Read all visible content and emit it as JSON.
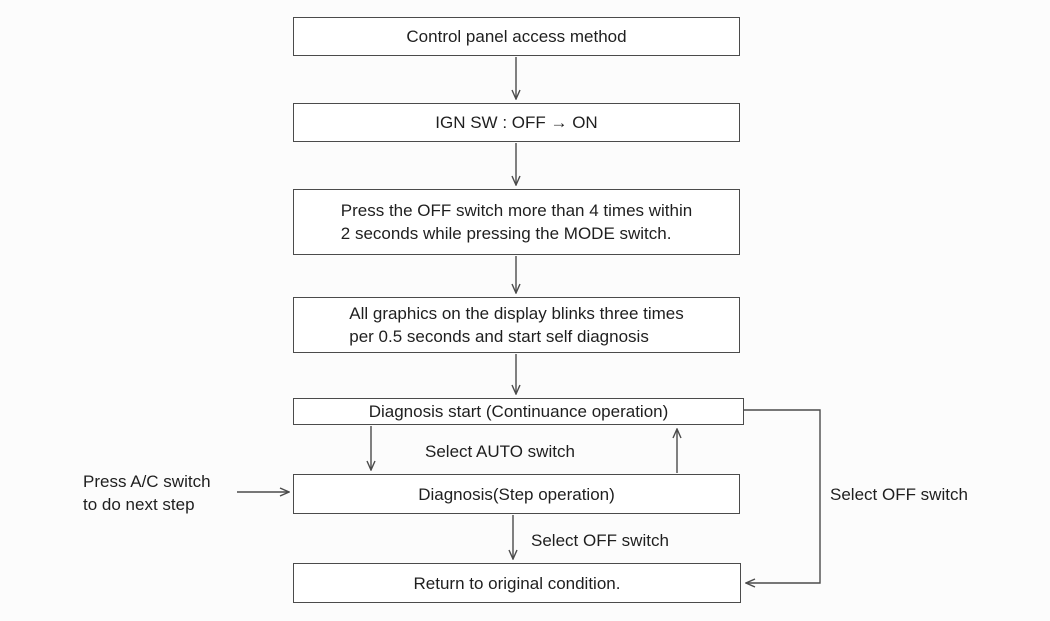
{
  "diagram": {
    "title": "Control panel access method",
    "nodes": [
      {
        "id": "access-method",
        "label": "Control panel access method"
      },
      {
        "id": "ign-sw",
        "label": "IGN SW : OFF → ON"
      },
      {
        "id": "press-off-switch",
        "label": "Press the OFF switch more than 4 times within\n2 seconds while pressing the MODE switch."
      },
      {
        "id": "graphics-blink",
        "label": "All graphics on the display blinks three times\nper 0.5 seconds and start self diagnosis"
      },
      {
        "id": "diagnosis-start",
        "label": "Diagnosis start (Continuance operation)"
      },
      {
        "id": "diagnosis-step",
        "label": "Diagnosis(Step operation)"
      },
      {
        "id": "return-original",
        "label": "Return to original condition."
      }
    ],
    "annotations": {
      "select_auto": "Select AUTO switch",
      "select_off_step_to_return": "Select OFF switch",
      "select_off_continuance_to_return": "Select OFF switch",
      "press_ac": "Press A/C switch\nto do next step"
    },
    "edges": [
      {
        "from": "access-method",
        "to": "ign-sw",
        "label": ""
      },
      {
        "from": "ign-sw",
        "to": "press-off-switch",
        "label": ""
      },
      {
        "from": "press-off-switch",
        "to": "graphics-blink",
        "label": ""
      },
      {
        "from": "graphics-blink",
        "to": "diagnosis-start",
        "label": ""
      },
      {
        "from": "diagnosis-start",
        "to": "diagnosis-step",
        "label": ""
      },
      {
        "from": "diagnosis-step",
        "to": "diagnosis-start",
        "label": "Select AUTO switch"
      },
      {
        "from": "diagnosis-step",
        "to": "return-original",
        "label": "Select OFF switch"
      },
      {
        "from": "diagnosis-start",
        "to": "return-original",
        "label": "Select OFF switch"
      },
      {
        "from": "press-ac-note",
        "to": "diagnosis-step",
        "label": "Press A/C switch to do next step"
      }
    ]
  },
  "colors": {
    "background": "#fcfcfc",
    "box_background": "#ffffff",
    "line": "#4b4b4b",
    "text": "#1f1f1f"
  }
}
